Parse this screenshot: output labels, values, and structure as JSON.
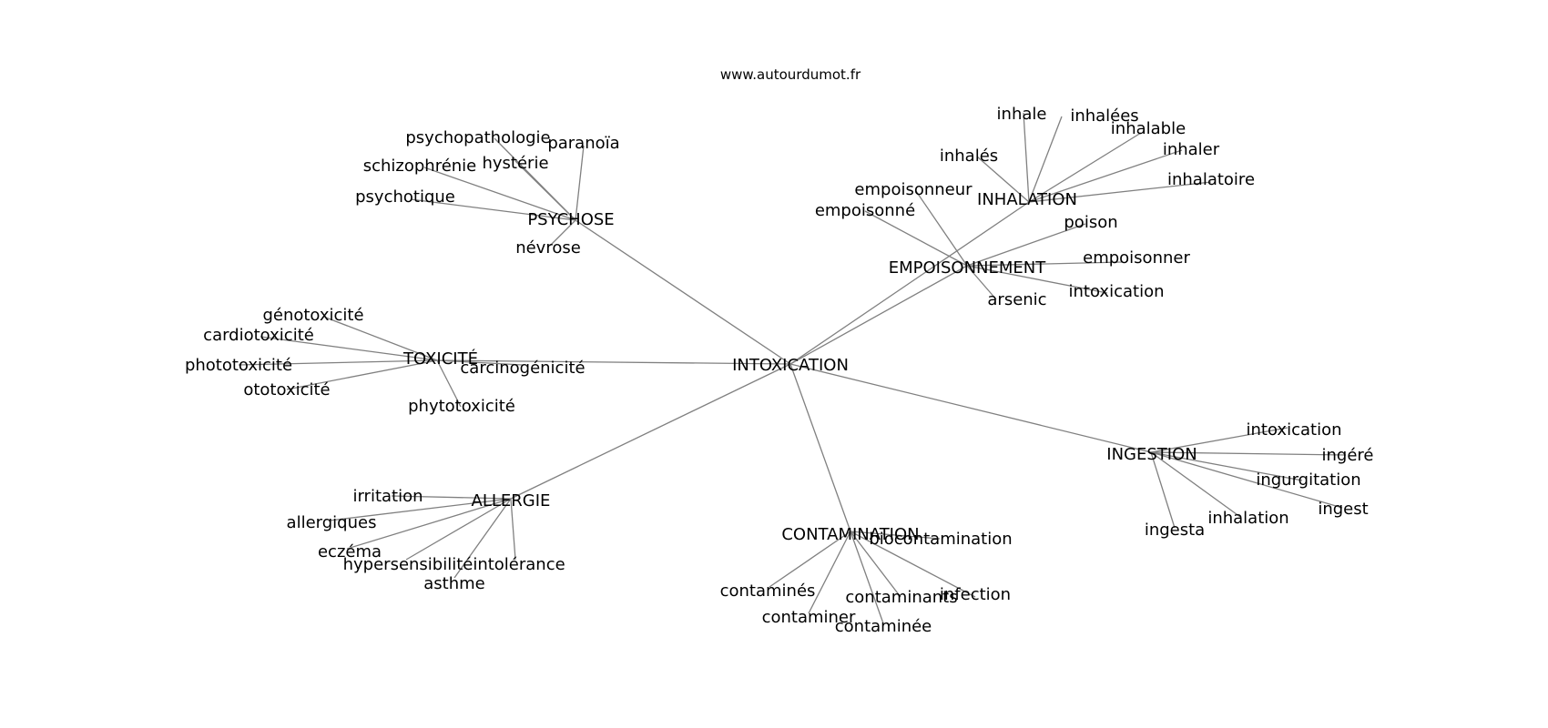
{
  "site": "www.autourdumot.fr",
  "center": "INTOXICATION",
  "hubs": [
    {
      "id": "psychose",
      "label": "PSYCHOSE",
      "leaves": [
        "psychopathologie",
        "paranoïa",
        "schizophrénie",
        "hystérie",
        "psychotique",
        "névrose"
      ]
    },
    {
      "id": "inhalation",
      "label": "INHALATION",
      "leaves": [
        "inhale",
        "inhalées",
        "inhalable",
        "inhalés",
        "inhaler",
        "inhalatoire"
      ]
    },
    {
      "id": "empoisonnement",
      "label": "EMPOISONNEMENT",
      "leaves": [
        "empoisonneur",
        "empoisonné",
        "poison",
        "empoisonner",
        "intoxication",
        "arsenic"
      ]
    },
    {
      "id": "toxicite",
      "label": "TOXICITÉ",
      "leaves": [
        "génotoxicité",
        "cardiotoxicité",
        "phototoxicité",
        "carcinogénicité",
        "ototoxicité",
        "phytotoxicité"
      ]
    },
    {
      "id": "ingestion",
      "label": "INGESTION",
      "leaves": [
        "intoxication",
        "ingéré",
        "ingurgitation",
        "ingest",
        "inhalation",
        "ingesta"
      ]
    },
    {
      "id": "allergie",
      "label": "ALLERGIE",
      "leaves": [
        "irritation",
        "allergiques",
        "eczéma",
        "hypersensibilité",
        "intolérance",
        "asthme"
      ]
    },
    {
      "id": "contamination",
      "label": "CONTAMINATION",
      "leaves": [
        "biocontamination",
        "contaminés",
        "contaminants",
        "infection",
        "contaminer",
        "contaminée"
      ]
    }
  ]
}
